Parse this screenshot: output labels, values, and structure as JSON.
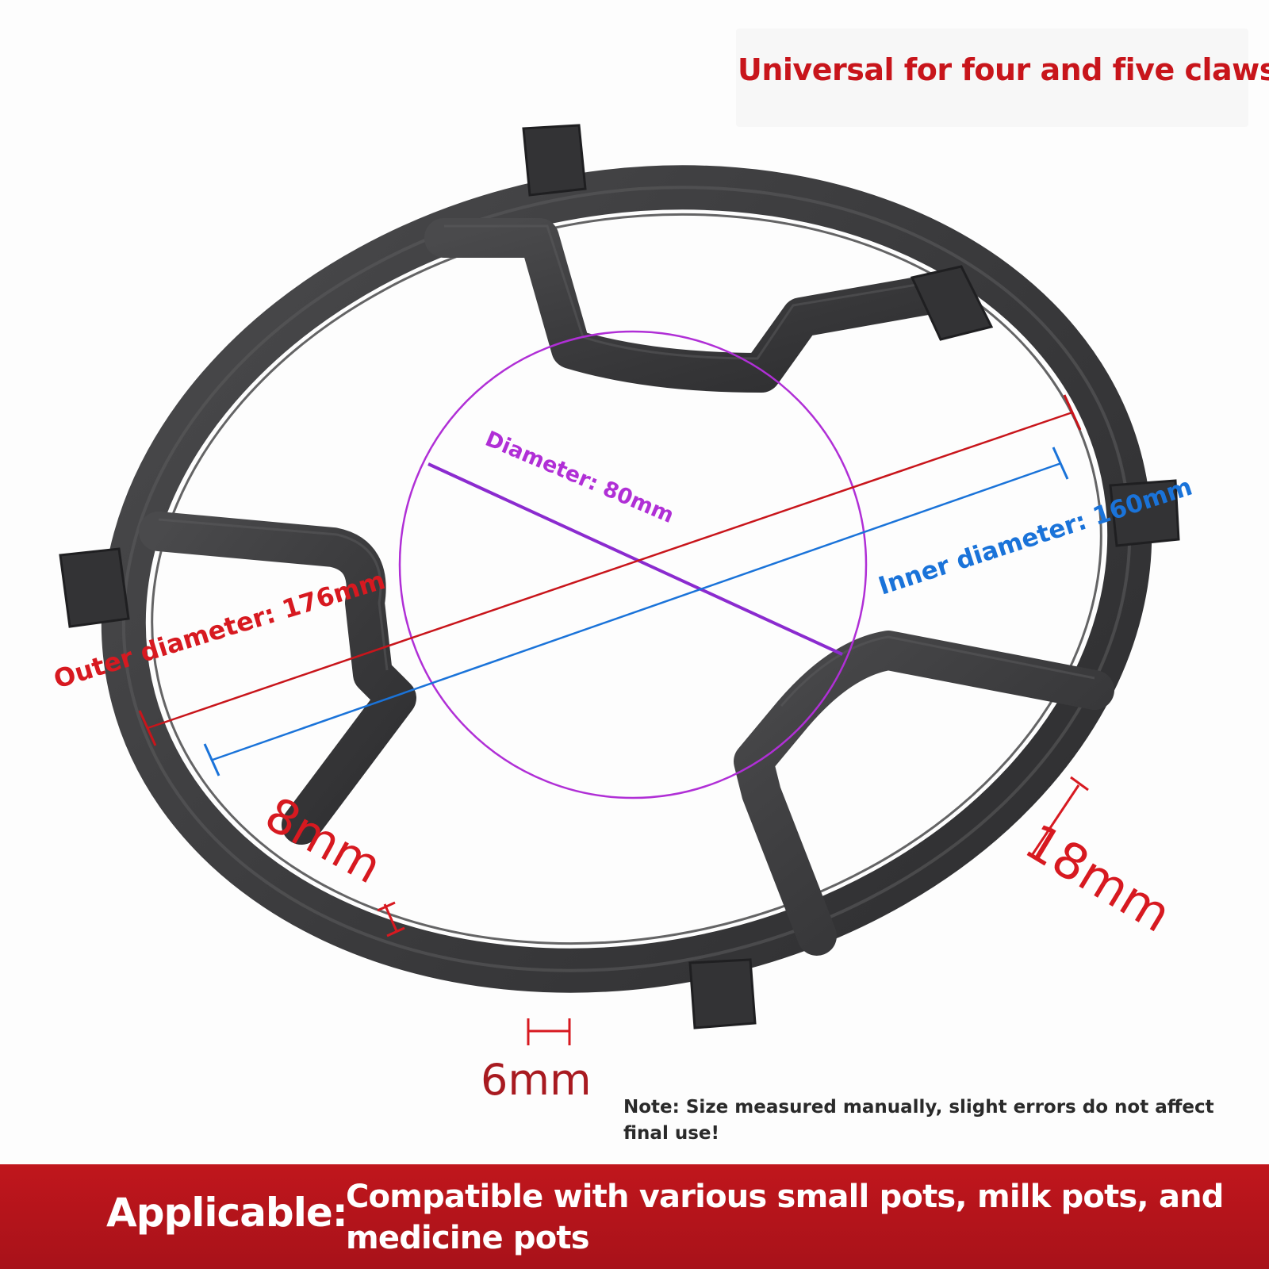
{
  "header": {
    "title": "Universal for four and five claws"
  },
  "dimensions": {
    "inner_ring_diameter": "Diameter: 80mm",
    "inner_diameter": "Inner diameter: 160mm",
    "outer_diameter": "Outer diameter: 176mm",
    "ring_thickness": "8mm",
    "ring_height": "18mm",
    "claw_width": "6mm"
  },
  "note": {
    "text": "Note: Size measured manually, slight errors do not affect final use!"
  },
  "banner": {
    "label": "Applicable:",
    "text": "Compatible with various small pots, milk pots, and medicine pots"
  },
  "colors": {
    "accent_red": "#c8151b",
    "banner_red": "#b3141a",
    "purple": "#b02fd6",
    "blue": "#1a73d9",
    "iron": "#3a3a3c"
  },
  "icons": {
    "product": "wok-ring-icon"
  }
}
